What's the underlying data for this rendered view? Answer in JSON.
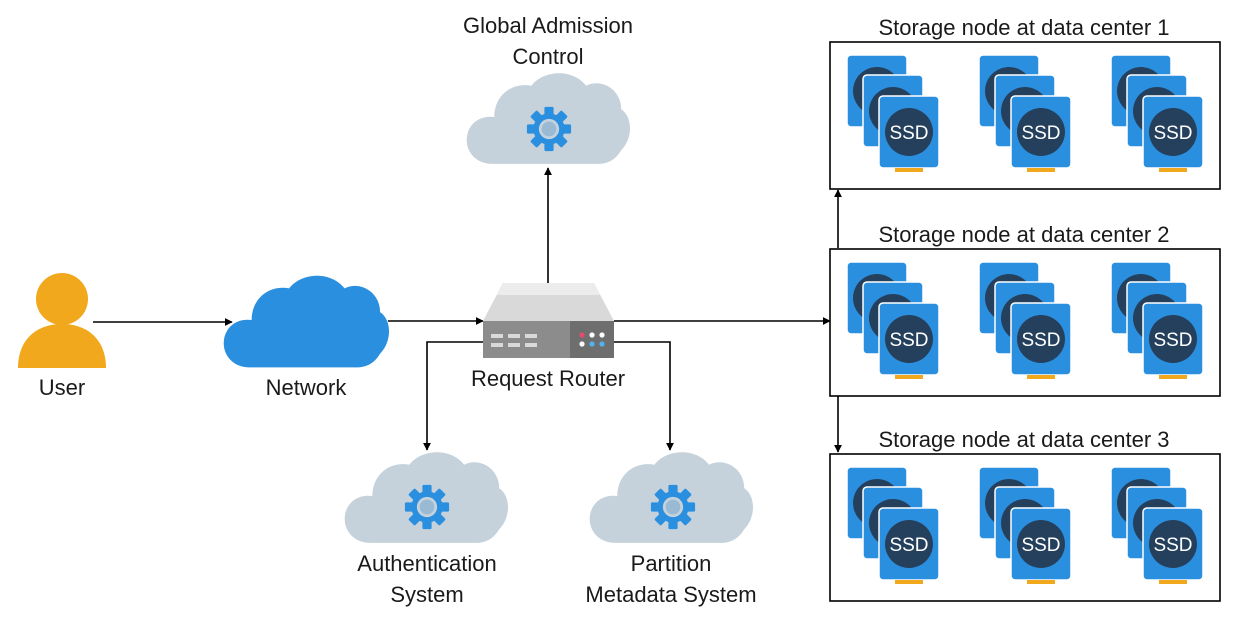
{
  "colors": {
    "user": "#F2A81D",
    "network_cloud": "#2B8FE0",
    "service_cloud": "#C5D2DB",
    "gear": "#2B8FE0",
    "ssd_body": "#2B8FE0",
    "ssd_disk": "#25405C",
    "ssd_pins": "#F2A81D",
    "router_body": "#8C8C8C",
    "line": "#000000"
  },
  "nodes": {
    "user": {
      "label": "User",
      "icon": "user-icon"
    },
    "network": {
      "label": "Network",
      "icon": "cloud-icon"
    },
    "router": {
      "label": "Request Router",
      "icon": "server-icon"
    },
    "admission": {
      "label_lines": [
        "Global Admission",
        "Control"
      ],
      "icon": "cloud-gear-icon"
    },
    "auth": {
      "label_lines": [
        "Authentication",
        "System"
      ],
      "icon": "cloud-gear-icon"
    },
    "partition": {
      "label_lines": [
        "Partition",
        "Metadata System"
      ],
      "icon": "cloud-gear-icon"
    }
  },
  "storage_nodes": [
    {
      "label": "Storage node at data center 1"
    },
    {
      "label": "Storage node at data center 2"
    },
    {
      "label": "Storage node at data center 3"
    }
  ],
  "ssd_label": "SSD"
}
